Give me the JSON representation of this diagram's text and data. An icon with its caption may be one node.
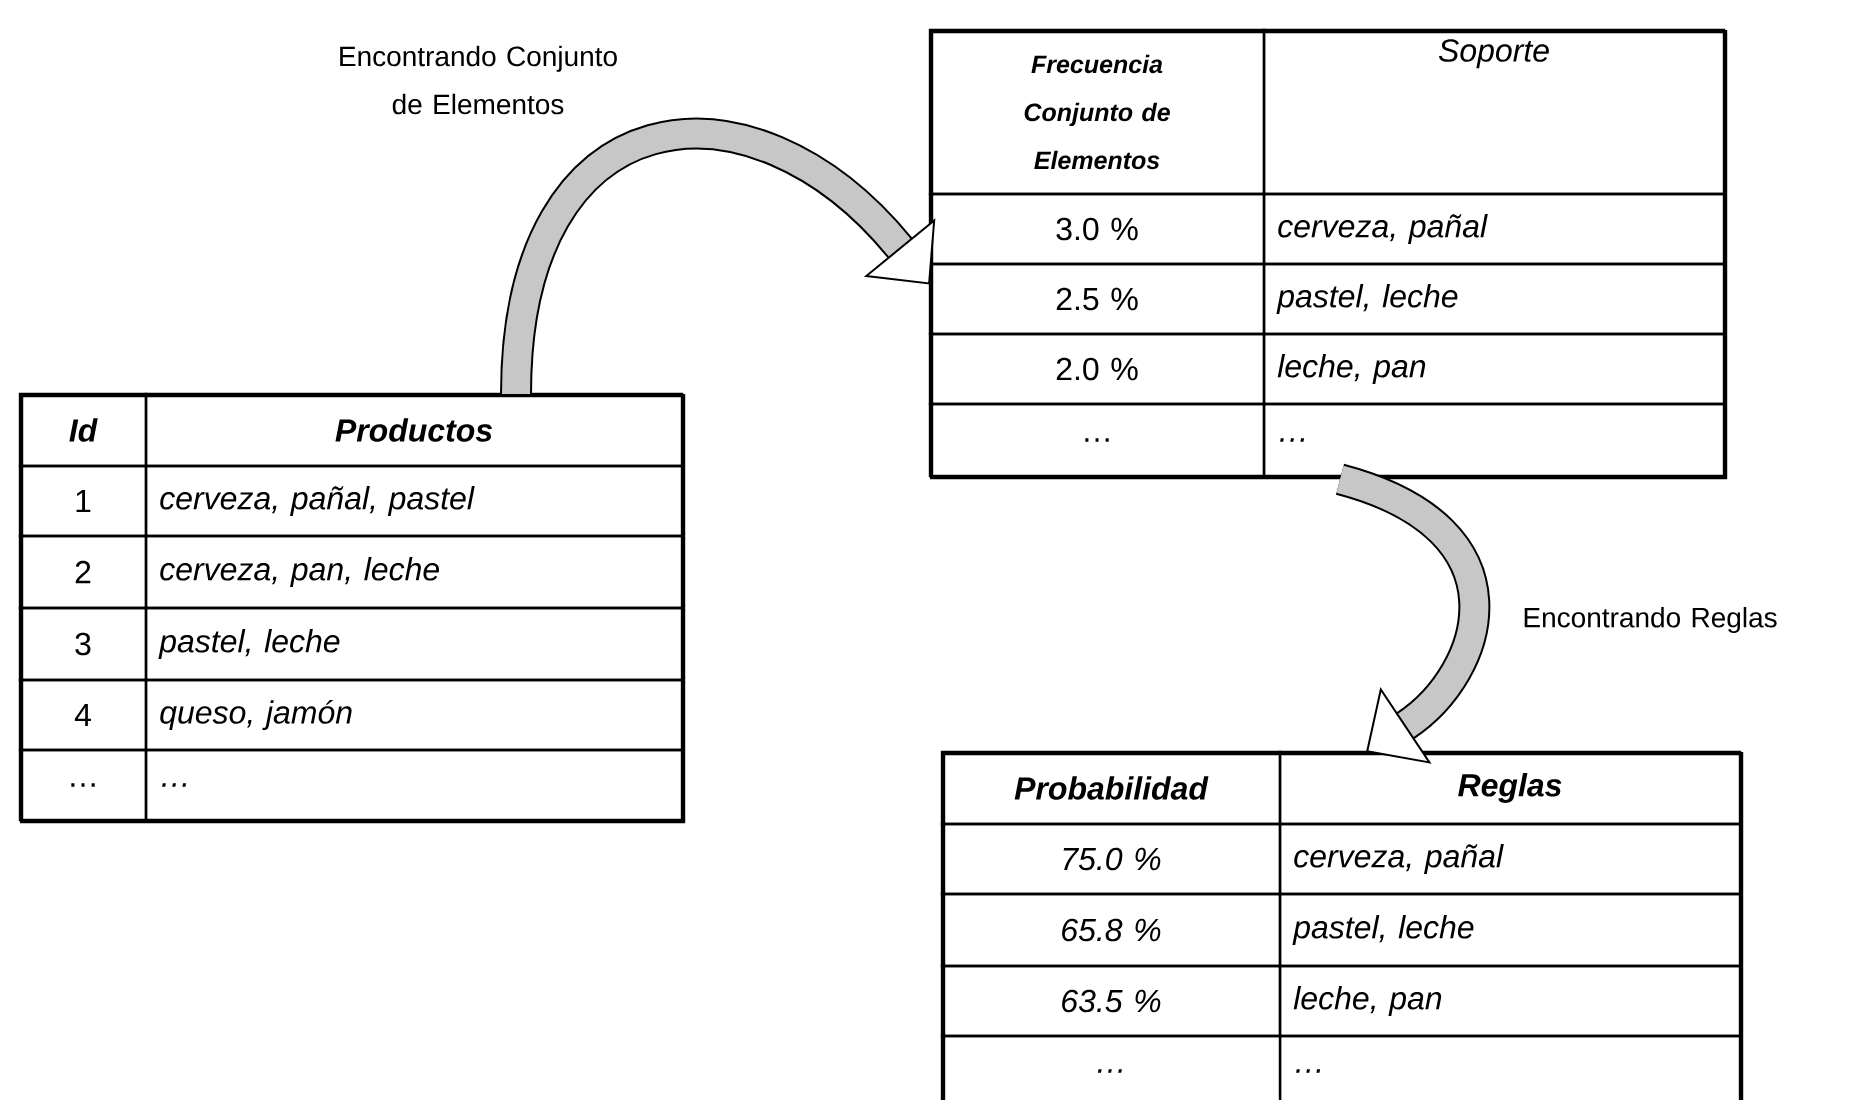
{
  "diagram": {
    "nodes": [
      {
        "text": [
          "Id",
          "Productos",
          "1",
          "cerveza, pañal, pastel",
          "2",
          "cerveza, pan, leche",
          "3",
          "pastel, leche",
          "4",
          "queso, jamón",
          "…",
          "…"
        ]
      },
      {
        "text": [
          "Frecuencia Conjunto de Elementos",
          "Soporte",
          "3.0 %",
          "cerveza, pañal",
          "2.5 %",
          "pastel, leche",
          "2.0 %",
          "leche, pan",
          "…",
          "…"
        ]
      },
      {
        "text": [
          "Probabilidad",
          "Reglas",
          "75.0 %",
          "cerveza, pañal",
          "65.8 %",
          "pastel, leche",
          "63.5 %",
          "leche, pan",
          "…",
          "…"
        ]
      }
    ],
    "edges": [
      {
        "from": 0,
        "to": 1,
        "arrow": "to",
        "label": "Encontrando Conjunto de Elementos"
      },
      {
        "from": 1,
        "to": 2,
        "arrow": "to",
        "label": "Encontrando Reglas"
      }
    ]
  }
}
